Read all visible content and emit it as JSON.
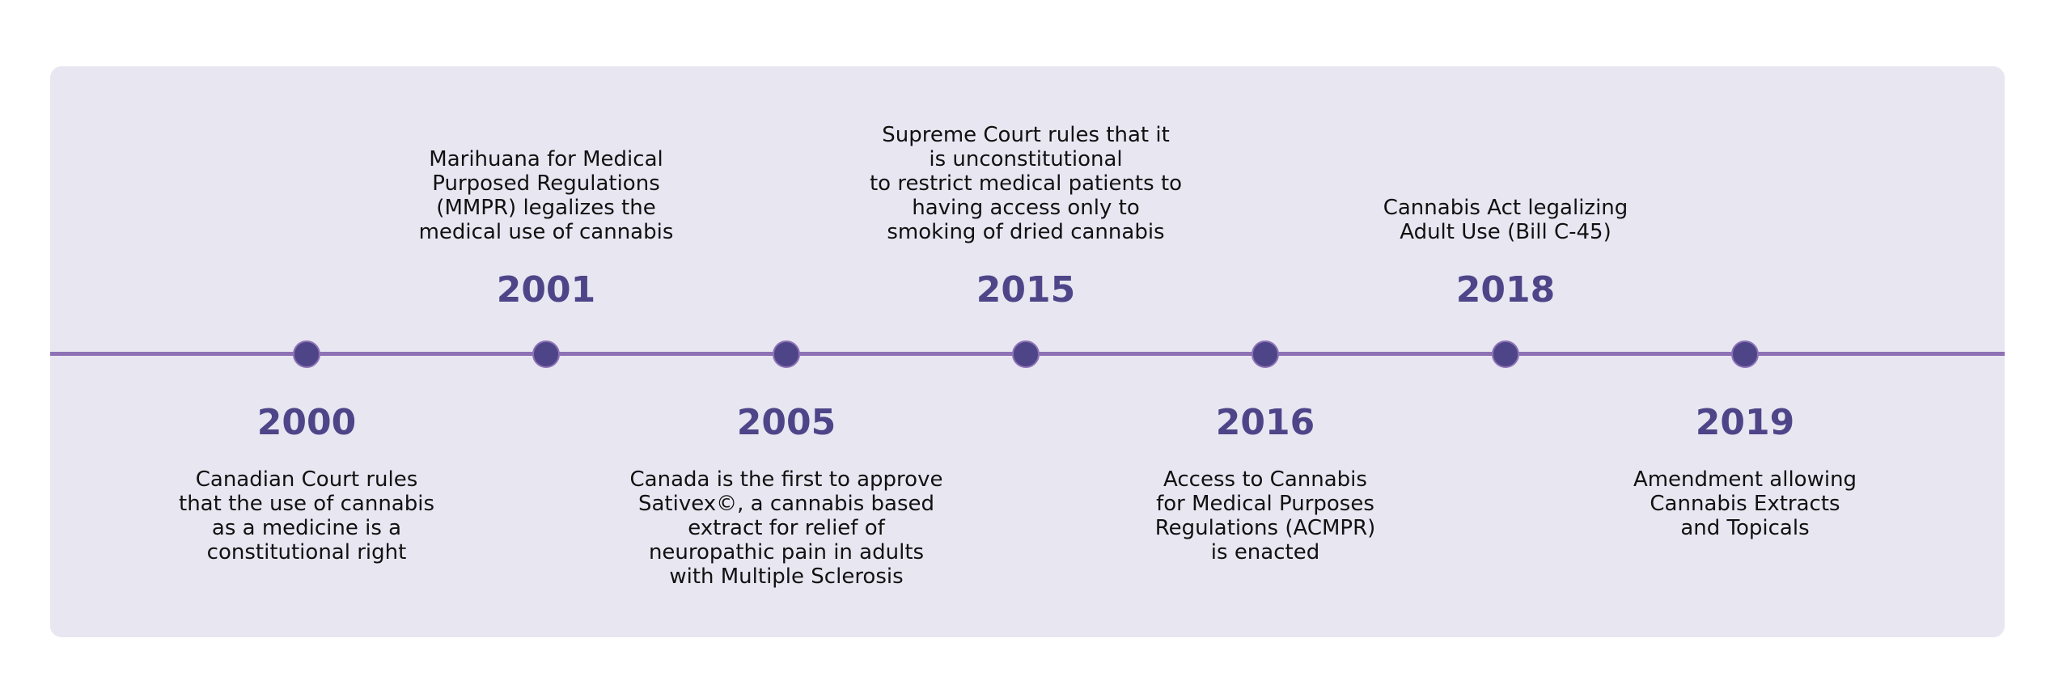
{
  "colors": {
    "panel": "#e8e6f1",
    "line": "#8d72b5",
    "accent": "#4e4589"
  },
  "events": [
    {
      "year": "2000",
      "position": "bottom",
      "text": "Canadian Court rules\nthat the use of cannabis\nas a medicine is a\nconstitutional right"
    },
    {
      "year": "2001",
      "position": "top",
      "text": "Marihuana for Medical\nPurposed Regulations\n(MMPR) legalizes the\nmedical use of cannabis"
    },
    {
      "year": "2005",
      "position": "bottom",
      "text": "Canada is the first to approve\nSativex©, a cannabis based\nextract for relief of\nneuropathic pain in adults\nwith Multiple Sclerosis"
    },
    {
      "year": "2015",
      "position": "top",
      "text": "Supreme Court rules that it\nis unconstitutional\nto restrict medical patients to\nhaving access only to\nsmoking of dried cannabis"
    },
    {
      "year": "2016",
      "position": "bottom",
      "text": "Access to Cannabis\nfor Medical Purposes\nRegulations (ACMPR)\nis enacted"
    },
    {
      "year": "2018",
      "position": "top",
      "text": "Cannabis Act legalizing\nAdult Use (Bill C-45)"
    },
    {
      "year": "2019",
      "position": "bottom",
      "text": "Amendment allowing\nCannabis Extracts\nand Topicals"
    }
  ]
}
